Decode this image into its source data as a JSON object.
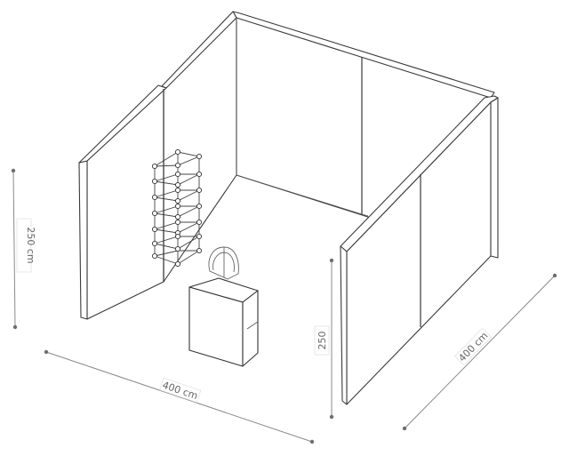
{
  "dimensions": {
    "height_left": "250 cm",
    "width_front": "400 cm",
    "depth_right": "400 cm",
    "height_right": "250"
  }
}
